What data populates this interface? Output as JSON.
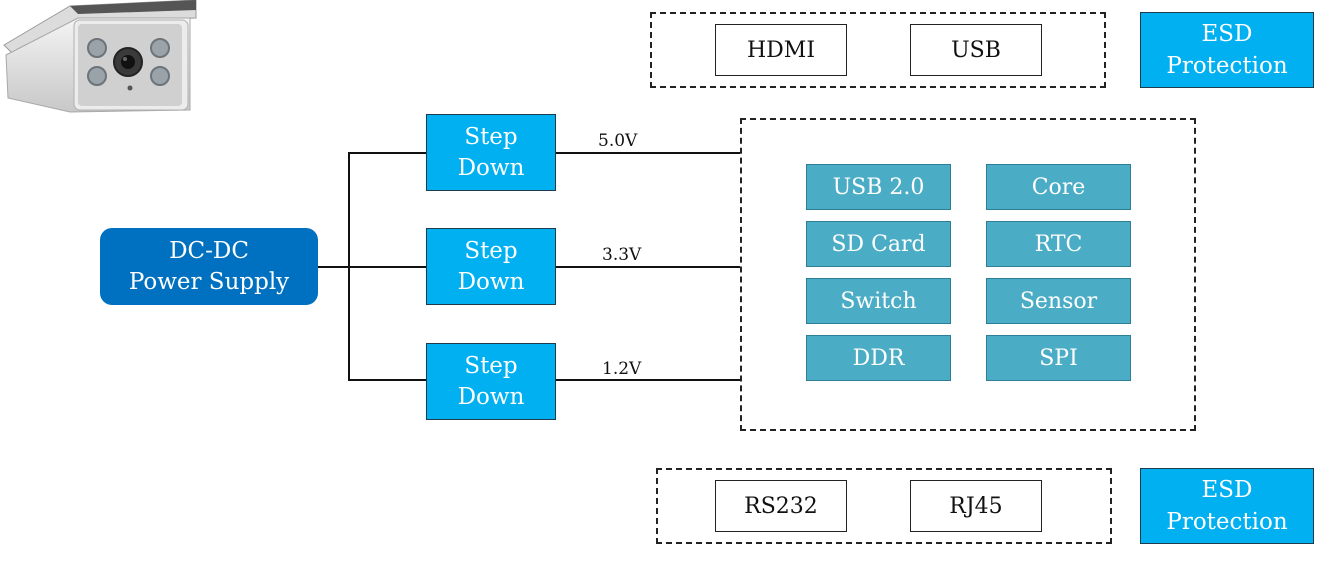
{
  "top_interfaces": {
    "items": [
      "HDMI",
      "USB"
    ],
    "esd_label": "ESD\nProtection"
  },
  "bottom_interfaces": {
    "items": [
      "RS232",
      "RJ45"
    ],
    "esd_label": "ESD\nProtection"
  },
  "power_supply": {
    "label": "DC-DC\nPower Supply"
  },
  "step_down": [
    {
      "label": "Step\nDown",
      "voltage": "5.0V"
    },
    {
      "label": "Step\nDown",
      "voltage": "3.3V"
    },
    {
      "label": "Step\nDown",
      "voltage": "1.2V"
    }
  ],
  "core_blocks": [
    "USB 2.0",
    "Core",
    "SD Card",
    "RTC",
    "Switch",
    "Sensor",
    "DDR",
    "SPI"
  ],
  "colors": {
    "step_down_fill": "#00b0f0",
    "power_supply_fill": "#0070c0",
    "core_block_fill": "#4bacc6"
  },
  "icons": {
    "camera": "camera-icon"
  }
}
